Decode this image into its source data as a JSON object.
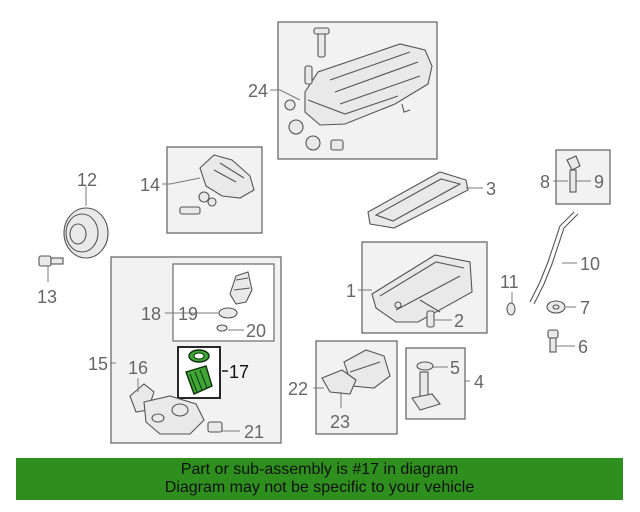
{
  "callouts": {
    "c1": "1",
    "c2": "2",
    "c3": "3",
    "c4": "4",
    "c5": "5",
    "c6": "6",
    "c7": "7",
    "c8": "8",
    "c9": "9",
    "c10": "10",
    "c11": "11",
    "c12": "12",
    "c13": "13",
    "c14": "14",
    "c15": "15",
    "c16": "16",
    "c17": "17",
    "c18": "18",
    "c19": "19",
    "c20": "20",
    "c21": "21",
    "c22": "22",
    "c23": "23",
    "c24": "24"
  },
  "highlight": {
    "part": "17",
    "color": "#3fa535"
  },
  "banner": {
    "line1": "Part or sub-assembly is #17 in diagram",
    "line2": "Diagram may not be specific to your vehicle",
    "color": "#2e8f1e"
  }
}
